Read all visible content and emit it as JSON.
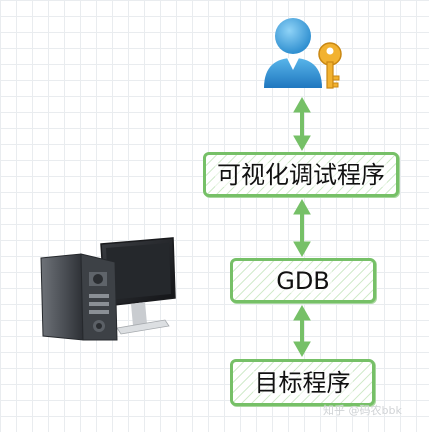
{
  "nodes": {
    "visual_debugger": "可视化调试程序",
    "gdb": "GDB",
    "target_program": "目标程序"
  },
  "edges": [
    {
      "from": "user",
      "to": "visual_debugger",
      "direction": "both"
    },
    {
      "from": "visual_debugger",
      "to": "gdb",
      "direction": "both"
    },
    {
      "from": "gdb",
      "to": "target_program",
      "direction": "both"
    }
  ],
  "icons": {
    "user": "user-with-key-icon",
    "computer": "desktop-computer-icon"
  },
  "colors": {
    "box_border": "#76c067",
    "arrow": "#76c067",
    "user_body": "#3b9bd6",
    "key": "#f2b230"
  },
  "watermark": "知乎 @码农bbk"
}
